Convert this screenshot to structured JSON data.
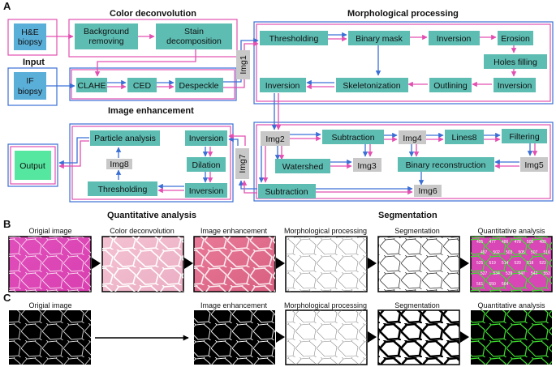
{
  "panels": {
    "a": "A",
    "b": "B",
    "c": "C"
  },
  "sections": {
    "color_deconvolution": "Color deconvolution",
    "morphological_processing": "Morphological processing",
    "input": "Input",
    "image_enhancement": "Image enhancement",
    "quantitative_analysis": "Quantitative analysis",
    "segmentation": "Segmentation"
  },
  "nodes": {
    "he_biopsy_1": "H&E",
    "he_biopsy_2": "biopsy",
    "if_biopsy_1": "IF",
    "if_biopsy_2": "biopsy",
    "background_1": "Background",
    "background_2": "removing",
    "stain_1": "Stain",
    "stain_2": "decomposition",
    "clahe": "CLAHE",
    "ced": "CED",
    "despeckle": "Despeckle",
    "img1": "Img1",
    "thresholding_top": "Thresholding",
    "binary_mask": "Binary mask",
    "inversion_1": "Inversion",
    "erosion": "Erosion",
    "holes_filling": "Holes filling",
    "inversion_2": "Inversion",
    "outlining": "Outlining",
    "skeletonization": "Skeletonization",
    "inversion_3": "Inversion",
    "particle_analysis": "Particle analysis",
    "inversion_qa_top": "Inversion",
    "img8": "Img8",
    "dilation": "Dilation",
    "thresholding_qa": "Thresholding",
    "inversion_qa_bottom": "Inversion",
    "img7": "Img7",
    "output": "Output",
    "img2": "Img2",
    "subtraction_1": "Subtraction",
    "img4": "Img4",
    "lines8": "Lines8",
    "filtering": "Filtering",
    "watershed": "Watershed",
    "img3": "Img3",
    "binary_reconstruction": "Binary reconstruction",
    "img5": "Img5",
    "subtraction_2": "Subtraction",
    "img6": "Img6"
  },
  "row_b": [
    "Origial image",
    "Color deconvolution",
    "Image enhancement",
    "Morphological processing",
    "Segmentation",
    "Quantitative analysis"
  ],
  "row_c": [
    "Origial image",
    "Image enhancement",
    "Morphological processing",
    "Segmentation",
    "Quantitative analysis"
  ],
  "fiber_numbers": [
    "495",
    "477",
    "486",
    "478",
    "505",
    "489",
    "497",
    "502",
    "503",
    "505",
    "507",
    "516",
    "525",
    "519",
    "514",
    "520",
    "518",
    "523",
    "527",
    "534",
    "539",
    "547",
    "542",
    "553",
    "561",
    "550",
    "564"
  ],
  "colors": {
    "box": "#5dbdb3",
    "pink_arrow": "#e34fb1",
    "blue_arrow": "#3b6fd6",
    "img_box": "#c8c8c8",
    "input_box": "#5aafd9",
    "output_box": "#55e6a0"
  }
}
